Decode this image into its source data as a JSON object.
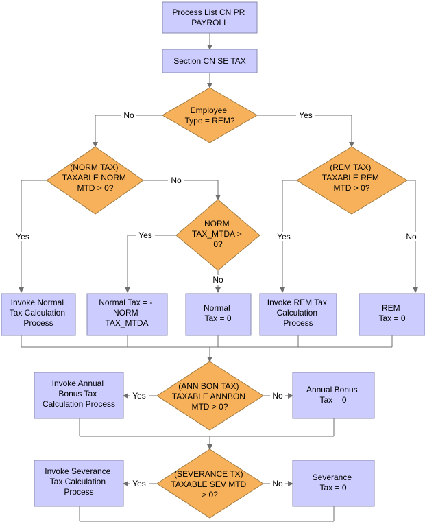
{
  "nodes": {
    "process_list": [
      "Process List CN PR",
      "PAYROLL"
    ],
    "section_tax": [
      "Section CN SE TAX"
    ],
    "employee_type": [
      "Employee",
      "Type = REM?"
    ],
    "norm_tax_decision": [
      "(NORM TAX)",
      "TAXABLE NORM",
      "MTD > 0?"
    ],
    "rem_tax_decision": [
      "(REM TAX)",
      "TAXABLE REM",
      "MTD > 0?"
    ],
    "norm_mtda_decision": [
      "NORM",
      "TAX_MTDA >",
      "0?"
    ],
    "invoke_normal": [
      "Invoke Normal",
      "Tax Calculation",
      "Process"
    ],
    "normal_tax_neg": [
      "Normal Tax = -",
      "NORM",
      "TAX_MTDA"
    ],
    "normal_tax_zero": [
      "Normal",
      "Tax = 0"
    ],
    "invoke_rem": [
      "Invoke REM Tax",
      "Calculation",
      "Process"
    ],
    "rem_tax_zero": [
      "REM",
      "Tax = 0"
    ],
    "ann_bon_decision": [
      "(ANN BON TAX)",
      "TAXABLE ANNBON",
      "MTD > 0?"
    ],
    "invoke_annual": [
      "Invoke Annual",
      "Bonus Tax",
      "Calculation Process"
    ],
    "annual_bonus_zero": [
      "Annual Bonus",
      "Tax = 0"
    ],
    "severance_decision": [
      "(SEVERANCE TX)",
      "TAXABLE SEV MTD",
      "> 0?"
    ],
    "invoke_severance": [
      "Invoke Severance",
      "Tax Calculation",
      "Process"
    ],
    "severance_zero": [
      "Severance",
      "Tax = 0"
    ]
  },
  "edge_labels": {
    "emp_no": "No",
    "emp_yes": "Yes",
    "norm_yes": "Yes",
    "norm_no": "No",
    "rem_yes": "Yes",
    "rem_no": "No",
    "mtda_yes": "Yes",
    "mtda_no": "No",
    "ann_yes": "Yes",
    "ann_no": "No",
    "sev_yes": "Yes",
    "sev_no": "No"
  }
}
